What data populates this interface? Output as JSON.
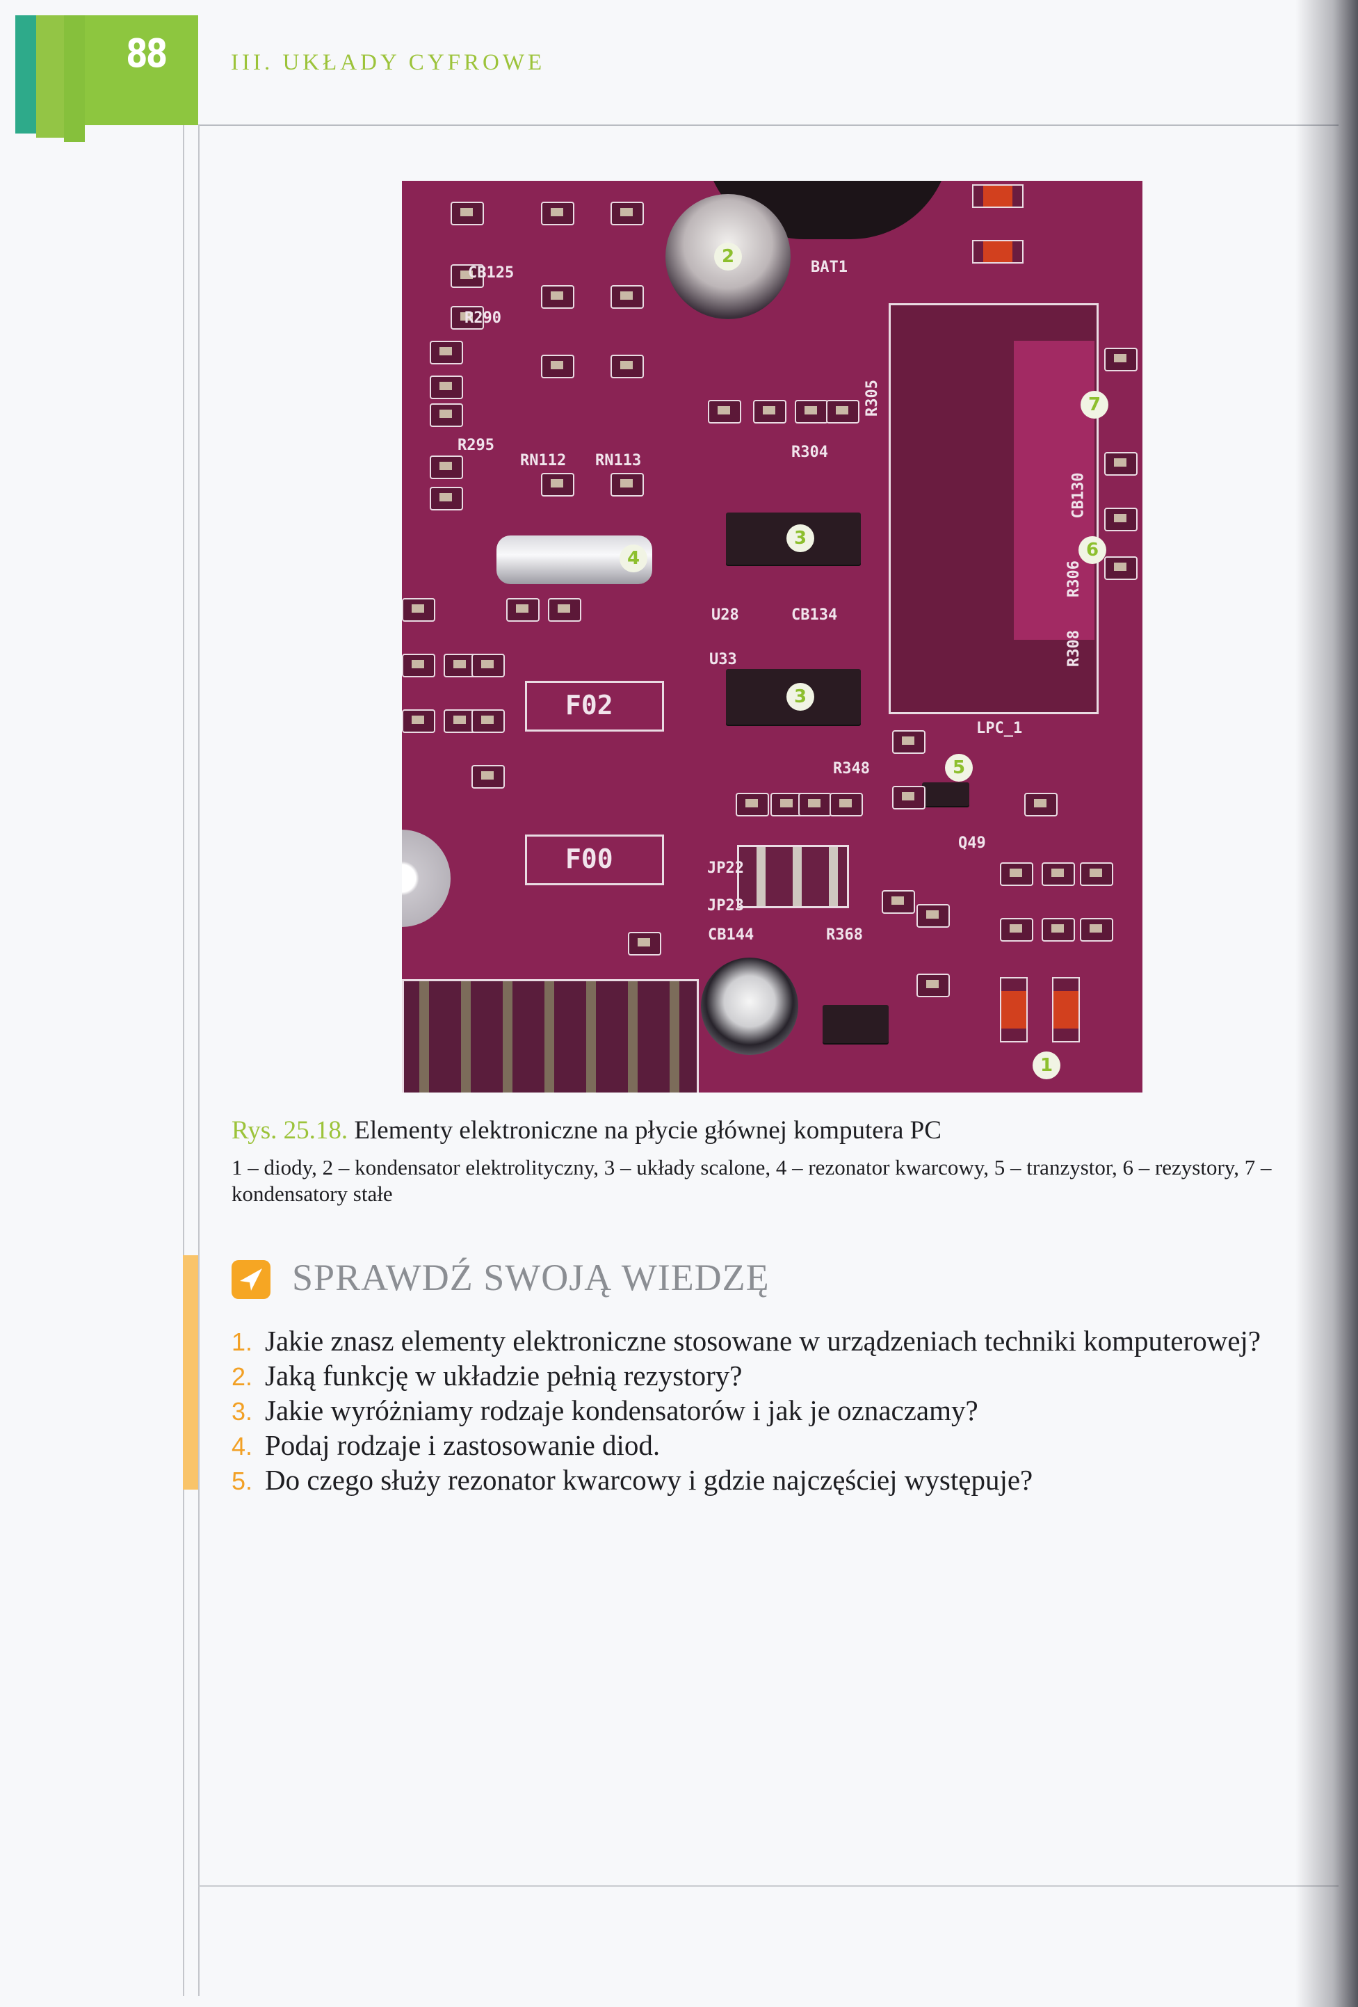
{
  "header": {
    "page_number": "88",
    "chapter_title": "III. UKŁADY CYFROWE"
  },
  "figure": {
    "markers": [
      "2",
      "7",
      "4",
      "3",
      "6",
      "3",
      "5",
      "1"
    ],
    "silkscreen": [
      "F02",
      "F00",
      "U28",
      "CB134",
      "U33",
      "LPC_1",
      "R348",
      "JP22",
      "JP23",
      "CB144",
      "R368",
      "Q49",
      "R304",
      "CB125",
      "R290",
      "R295",
      "RN112",
      "RN113",
      "BAT1",
      "R305",
      "CB130",
      "R306",
      "R308"
    ],
    "caption_label": "Rys. 25.18.",
    "caption_title": "Elementy elektroniczne na płycie głównej komputera PC",
    "caption_desc": "1 – diody, 2 – kondensator elektrolityczny, 3 – układy scalone, 4 – rezonator kwarcowy, 5 – tranzystor, 6 – rezystory, 7 – kondensatory stałe"
  },
  "quiz": {
    "heading": "SPRAWDŹ SWOJĄ WIEDZĘ",
    "questions": [
      {
        "num": "1.",
        "text": "Jakie znasz elementy elektroniczne stosowane w urządzeniach techniki komputerowej?"
      },
      {
        "num": "2.",
        "text": "Jaką funkcję w układzie pełnią rezystory?"
      },
      {
        "num": "3.",
        "text": "Jakie wyróżniamy rodzaje kondensatorów i jak je oznaczamy?"
      },
      {
        "num": "4.",
        "text": "Podaj rodzaje i zastosowanie diod."
      },
      {
        "num": "5.",
        "text": "Do czego służy rezonator kwarcowy i gdzie najczęściej występuje?"
      }
    ]
  },
  "colors": {
    "accent_green": "#8dc63f",
    "accent_orange": "#f6a623",
    "pcb": "#8a2354"
  }
}
